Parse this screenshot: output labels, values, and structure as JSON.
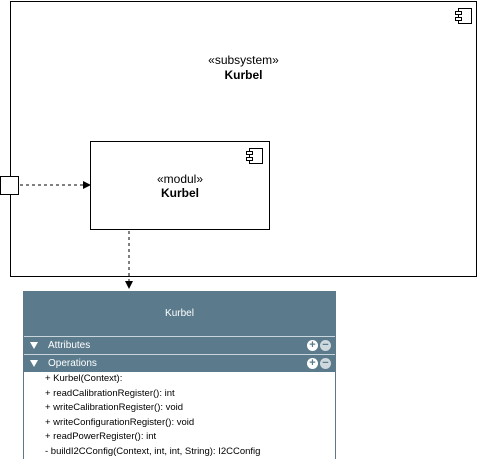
{
  "subsystem": {
    "stereotype": "«subsystem»",
    "name": "Kurbel"
  },
  "module": {
    "stereotype": "«modul»",
    "name": "Kurbel"
  },
  "class": {
    "name": "Kurbel",
    "attributes_label": "Attributes",
    "operations_label": "Operations",
    "operations": [
      "+ Kurbel(Context):",
      "+ readCalibrationRegister(): int",
      "+ writeCalibrationRegister(): void",
      "+ writeConfigurationRegister(): void",
      "+ readPowerRegister(): int",
      "- buildI2CConfig(Context, int, int, String): I2CConfig"
    ]
  },
  "colors": {
    "class_header": "#5b7b8c",
    "line": "#000000"
  },
  "icons": {
    "component": "component-icon",
    "plus": "plus-circle-icon",
    "minus": "minus-circle-icon",
    "collapse": "triangle-down-icon"
  }
}
